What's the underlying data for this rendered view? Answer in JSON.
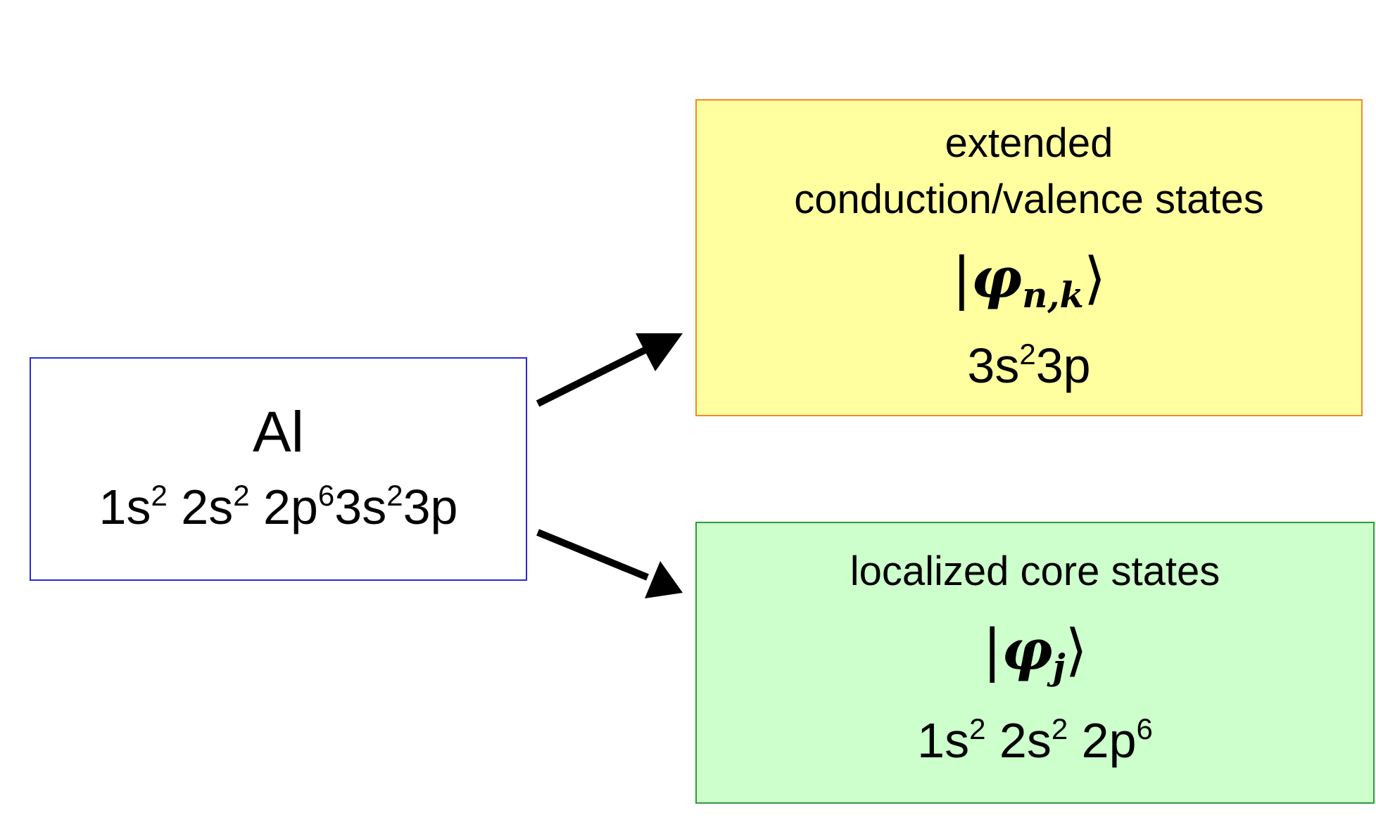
{
  "atom": {
    "symbol": "Al",
    "configuration": [
      {
        "base": "1s",
        "sup": "2"
      },
      {
        "base": " 2s",
        "sup": "2"
      },
      {
        "base": " 2p",
        "sup": "6"
      },
      {
        "base": "3s",
        "sup": "2"
      },
      {
        "base": "3p",
        "sup": ""
      }
    ]
  },
  "extended": {
    "line1": "extended",
    "line2": "conduction/valence states",
    "ket_symbol": "φ",
    "ket_subscript": "n,k",
    "configuration": [
      {
        "base": "3s",
        "sup": "2"
      },
      {
        "base": "3p",
        "sup": ""
      }
    ]
  },
  "core": {
    "line1": "localized core states",
    "ket_symbol": "φ",
    "ket_subscript": "j",
    "configuration": [
      {
        "base": "1s",
        "sup": "2"
      },
      {
        "base": " 2s",
        "sup": "2"
      },
      {
        "base": " 2p",
        "sup": "6"
      }
    ]
  },
  "colors": {
    "atom_border": "#2a2ad8",
    "extended_fill": "#ffff9f",
    "extended_border": "#f08a28",
    "core_fill": "#ccffcc",
    "core_border": "#2f9a3a",
    "arrow": "#000000"
  }
}
